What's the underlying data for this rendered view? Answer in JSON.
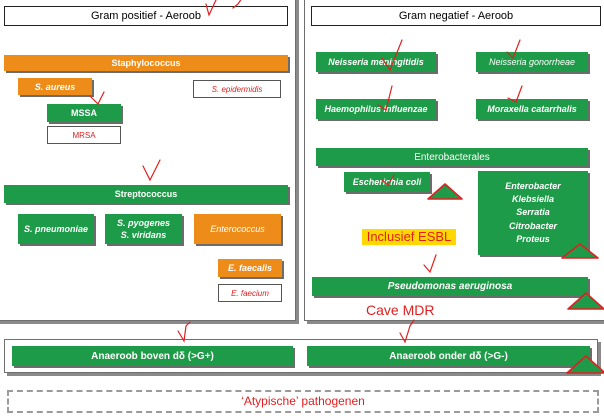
{
  "colors": {
    "green": "#1e9b48",
    "orange": "#ee8c1a",
    "red": "#e02020",
    "highlight": "#ffd800"
  },
  "left_panel": {
    "title": "Gram positief - Aeroob",
    "staph": {
      "header": "Staphylococcus",
      "s_aureus": "S. aureus",
      "s_epidermidis": "S. epidermidis",
      "mssa": "MSSA",
      "mrsa": "MRSA"
    },
    "strep": {
      "header": "Streptococcus",
      "s_pneumoniae": "S. pneumoniae",
      "s_pyogenes": "S. pyogenes",
      "s_viridans": "S. viridans",
      "enterococcus": "Enterococcus",
      "e_faecalis": "E. faecalis",
      "e_faecium": "E. faecium"
    }
  },
  "right_panel": {
    "title": "Gram negatief - Aeroob",
    "neisseria_meningitidis": "Neisseria meningitidis",
    "neisseria_gonorrheae": "Neisseria gonorrheae",
    "haemophilus": "Haemophilus influenzae",
    "moraxella": "Moraxella catarrhalis",
    "enterobacterales": "Enterobacterales",
    "escherichia": "Escherichia coli",
    "entero_list": [
      "Enterobacter",
      "Klebsiella",
      "Serratia",
      "Citrobacter",
      "Proteus"
    ],
    "inclusief": "Inclusief ESBL",
    "pseudomonas": "Pseudomonas aeruginosa",
    "cave": "Cave MDR"
  },
  "anaerobes": {
    "boven": "Anaeroob boven dδ (>G+)",
    "onder": "Anaeroob onder dδ (>G-)"
  },
  "atypical": "‘Atypische’ pathogenen"
}
